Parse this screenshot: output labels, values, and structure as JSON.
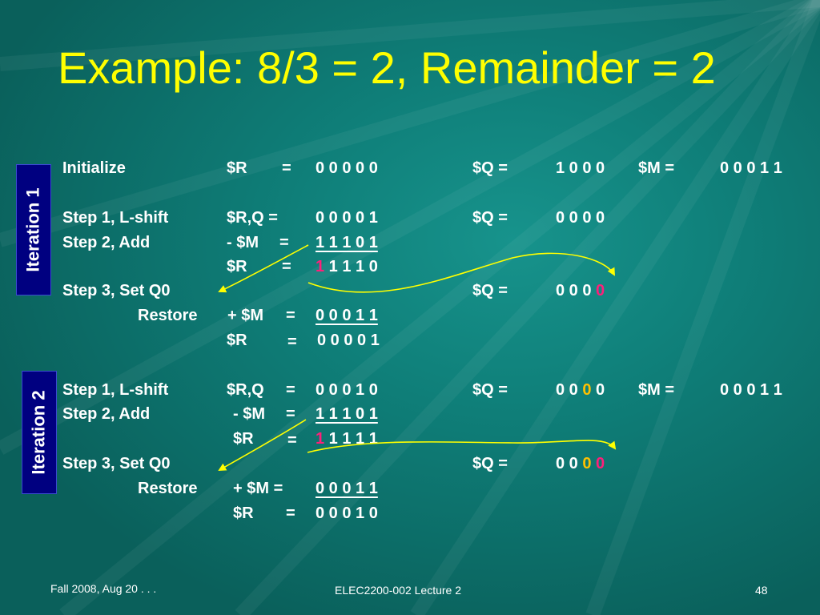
{
  "slide": {
    "title": "Example: 8/3 = 2, Remainder = 2",
    "colors": {
      "title": "#ffff00",
      "highlight_red": "#ff1f7a",
      "highlight_orange": "#ffc000",
      "label_box": "#000080",
      "arrow": "#ffff00"
    },
    "labels": {
      "iteration1": "Iteration  1",
      "iteration2": "Iteration 2"
    },
    "iteration1": {
      "init": {
        "step": "Initialize",
        "reg": "$R",
        "eq": "=",
        "val": "0 0 0 0 0",
        "q_label": "$Q =",
        "q_val": "1 0 0 0",
        "m_label": "$M =",
        "m_val": "0 0 0 1 1"
      },
      "s1": {
        "step": "Step 1, L-shift",
        "reg": "$R,Q =",
        "val": "0 0 0 0 1",
        "q_label": "$Q =",
        "q_val": "0 0 0 0"
      },
      "s2": {
        "step": "Step 2, Add",
        "reg": "- $M",
        "eq": "=",
        "val": "1 1 1 0 1"
      },
      "r1": {
        "reg": "$R",
        "eq": "=",
        "val_hi": "1",
        "val_rest": " 1 1 1 0"
      },
      "s3": {
        "step": "Step 3, Set Q0",
        "q_label": "$Q =",
        "q_base": "0 0 0 ",
        "q_bit": "0"
      },
      "restore": {
        "step": "Restore",
        "reg": "+ $M",
        "eq": "=",
        "val": "0 0 0 1 1"
      },
      "r2": {
        "reg": "$R",
        "eq": "=",
        "val": "0 0 0 0 1"
      }
    },
    "iteration2": {
      "s1": {
        "step": "Step 1, L-shift",
        "reg": "$R,Q",
        "eq": "=",
        "val": "0 0 0 1 0",
        "q_label": "$Q =",
        "q_pre": "0 0 ",
        "q_mid": "0",
        "q_post": " 0",
        "m_label": "$M =",
        "m_val": "0 0 0 1 1"
      },
      "s2": {
        "step": "Step 2, Add",
        "reg": "- $M",
        "eq": "=",
        "val": "1 1 1 0 1"
      },
      "r1": {
        "reg": "$R",
        "eq": "=",
        "val_hi": "1",
        "val_rest": " 1 1 1 1"
      },
      "s3": {
        "step": "Step 3, Set Q0",
        "q_label": "$Q =",
        "q_pre": "0 0 ",
        "q_mid": "0",
        "q_sp": " ",
        "q_bit": "0"
      },
      "restore": {
        "step": "Restore",
        "reg": "+ $M =",
        "val": "0 0 0 1 1"
      },
      "r2": {
        "reg": "$R",
        "eq": "=",
        "val": "0 0 0 1 0"
      }
    },
    "footer": {
      "date": "Fall 2008, Aug 20 . . .",
      "course": "ELEC2200-002 Lecture 2",
      "page": "48"
    }
  }
}
